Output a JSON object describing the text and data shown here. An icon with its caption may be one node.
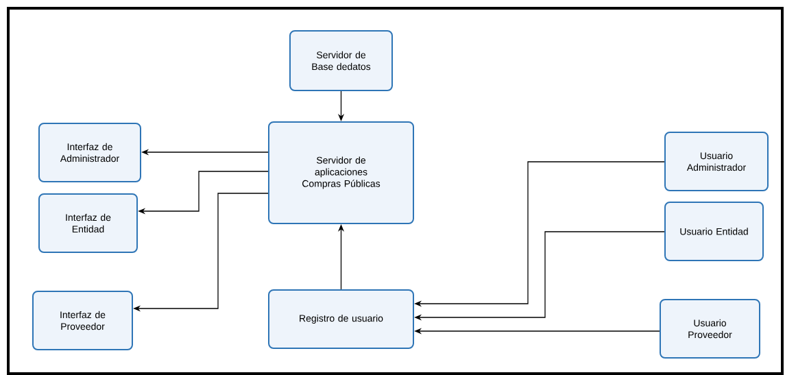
{
  "diagram": {
    "nodes": [
      {
        "text": [
          "Servidor de Base dedatos"
        ]
      },
      {
        "text": [
          "Servidor de aplicaciones Compras Públicas"
        ]
      },
      {
        "text": [
          "Interfaz de Administrador"
        ]
      },
      {
        "text": [
          "Interfaz de Entidad"
        ]
      },
      {
        "text": [
          "Interfaz de Proveedor"
        ]
      },
      {
        "text": [
          "Registro de usuario"
        ]
      },
      {
        "text": [
          "Usuario Administrador"
        ]
      },
      {
        "text": [
          "Usuario Entidad"
        ]
      },
      {
        "text": [
          "Usuario Proveedor"
        ]
      }
    ],
    "edges": [
      {
        "from": 0,
        "to": 1,
        "arrow": "to"
      },
      {
        "from": 1,
        "to": 2,
        "arrow": "to"
      },
      {
        "from": 1,
        "to": 3,
        "arrow": "to"
      },
      {
        "from": 1,
        "to": 4,
        "arrow": "to"
      },
      {
        "from": 5,
        "to": 1,
        "arrow": "to"
      },
      {
        "from": 6,
        "to": 5,
        "arrow": "to"
      },
      {
        "from": 7,
        "to": 5,
        "arrow": "to"
      },
      {
        "from": 8,
        "to": 5,
        "arrow": "to"
      }
    ]
  }
}
